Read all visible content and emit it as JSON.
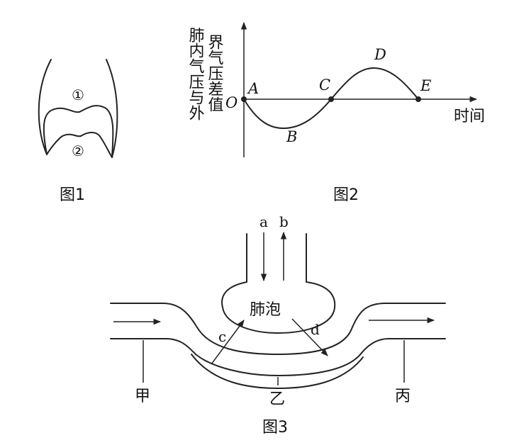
{
  "fig1": {
    "caption": "图1",
    "marker1": "①",
    "marker2": "②"
  },
  "fig2": {
    "caption": "图2",
    "y_label_line1": "肺内气压与外",
    "y_label_line2": "界气压差值",
    "x_label": "时间",
    "origin": "O",
    "points": {
      "A": "A",
      "B": "B",
      "C": "C",
      "D": "D",
      "E": "E"
    }
  },
  "fig3": {
    "caption": "图3",
    "alveolus": "肺泡",
    "arrows": {
      "a": "a",
      "b": "b",
      "c": "c",
      "d": "d"
    },
    "labels": {
      "jia": "甲",
      "yi": "乙",
      "bing": "丙"
    }
  }
}
